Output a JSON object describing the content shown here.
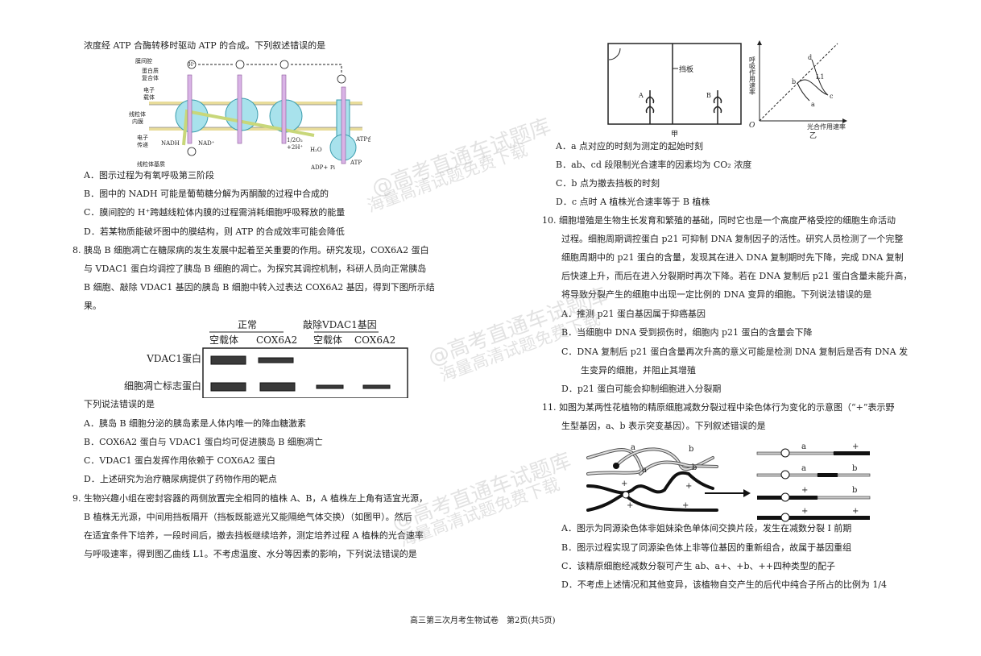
{
  "left": {
    "q7_intro": "浓度经 ATP 合酶转移时驱动 ATP 的合成。下列叙述错误的是",
    "q7_figure": {
      "labels": [
        "膜间腔",
        "蛋白质",
        "复合体",
        "电子",
        "载体",
        "线粒体",
        "内膜",
        "电子",
        "传递",
        "NADH",
        "NAD⁺",
        "1/2O₂",
        "+2H⁺",
        "H₂O",
        "ATP合酶",
        "ADP+",
        "Pi",
        "ATP",
        "线粒体基质",
        "H⁺"
      ]
    },
    "q7_options": [
      "A．图示过程为有氧呼吸第三阶段",
      "B．图中的 NADH 可能是葡萄糖分解为丙酮酸的过程中合成的",
      "C．膜间腔的 H⁺跨越线粒体内膜的过程需消耗细胞呼吸释放的能量",
      "D．若某物质能破坏图中的膜结构，则 ATP 的合成效率可能会降低"
    ],
    "q8_lines": [
      "8. 胰岛 B 细胞凋亡在糖尿病的发生发展中起着至关重要的作用。研究发现，COX6A2 蛋白",
      "与 VDAC1 蛋白均调控了胰岛 B 细胞的凋亡。为探究其调控机制，科研人员向正常胰岛",
      "B 细胞、敲除 VDAC1 基因的胰岛 B 细胞中转入过表达 COX6A2 基因，得到下图所示结",
      "果。"
    ],
    "q8_blot": {
      "group1": "正常",
      "group2": "敲除VDAC1基因",
      "lanes": [
        "空载体",
        "COX6A2",
        "空载体",
        "COX6A2"
      ],
      "row1": "VDAC1蛋白",
      "row2": "细胞凋亡标志蛋白"
    },
    "q8_stem": "下列说法错误的是",
    "q8_options": [
      "A．胰岛 B 细胞分泌的胰岛素是人体内唯一的降血糖激素",
      "B．COX6A2 蛋白与 VDAC1 蛋白均可促进胰岛 B 细胞凋亡",
      "C．VDAC1 蛋白发挥作用依赖于 COX6A2 蛋白",
      "D．上述研究为治疗糖尿病提供了药物作用的靶点"
    ],
    "q9_lines": [
      "9. 生物兴趣小组在密封容器的两侧放置完全相同的植株 A、B，A 植株左上角有适宜光源，",
      "B 植株无光源，中间用挡板隔开（挡板既能遮光又能隔绝气体交换）（如图甲）。然后",
      "在适宜条件下培养，一段时间后，撤去挡板继续培养，测定培养过程 A 植株的光合速率",
      "与呼吸速率，得到图乙曲线 L1。不考虑温度、水分等因素的影响，下列说法错误的是"
    ]
  },
  "right": {
    "q9_figure": {
      "board": "挡板",
      "plant_a": "A",
      "plant_b": "B",
      "fig1": "甲",
      "y_label": "呼吸作用速率",
      "x_label": "光合作用速率",
      "origin": "O",
      "fig2": "乙",
      "points": [
        "a",
        "b",
        "c",
        "d"
      ],
      "curve": "L1"
    },
    "q9_options": [
      "A．a 点对应的时刻为测定的起始时刻",
      "B．ab、cd 段限制光合速率的因素均为 CO₂ 浓度",
      "C．b 点为撤去挡板的时刻",
      "D．c 点时 A 植株光合速率等于 B 植株"
    ],
    "q10_lines": [
      "10. 细胞增殖是生物生长发育和繁殖的基础，同时它也是一个高度严格受控的细胞生命活动",
      "过程。细胞周期调控蛋白 p21 可抑制 DNA 复制因子的活性。研究人员检测了一个完整",
      "细胞周期中的 p21 蛋白的含量，发现其在进入 DNA 复制期时先下降，完成 DNA 复制",
      "后快速上升，而后在进入分裂期时再次下降。若在 DNA 复制后 p21 蛋白含量未能升高，",
      "将导致分裂产生的细胞中出现一定比例的 DNA 变异的细胞。下列说法错误的是"
    ],
    "q10_options": [
      "A．推测 p21 蛋白基因属于抑癌基因",
      "B．当细胞中 DNA 受到损伤时，细胞内 p21 蛋白的含量会下降",
      "C．DNA 复制后 p21 蛋白含量再次升高的意义可能是检测 DNA 复制后是否有 DNA 发",
      "生变异的细胞，并阻止其增殖",
      "D．p21 蛋白可能会抑制细胞进入分裂期"
    ],
    "q11_lines": [
      "11. 如图为某两性花植物的精原细胞减数分裂过程中染色体行为变化的示意图（“+”表示野",
      "生型基因，a、b 表示突变基因）。下列叙述错误的是"
    ],
    "q11_figure": {
      "a": "a",
      "b": "b",
      "plus": "+"
    },
    "q11_options": [
      "A．图示为同源染色体非姐妹染色单体间交换片段，发生在减数分裂 Ⅰ 前期",
      "B．图示过程实现了同源染色体上非等位基因的重新组合，故属于基因重组",
      "C．该精原细胞经减数分裂可产生 ab、a+、+b、++四种类型的配子",
      "D．不考虑上述情况和其他变异，该植物自交产生的后代中纯合子所占的比例为 1/4"
    ]
  },
  "watermark": {
    "line1": "@高考直通车试题库",
    "line2": "海量高清试题免费下载"
  },
  "footer": "高三第三次月考生物试卷　第2页(共5页)"
}
